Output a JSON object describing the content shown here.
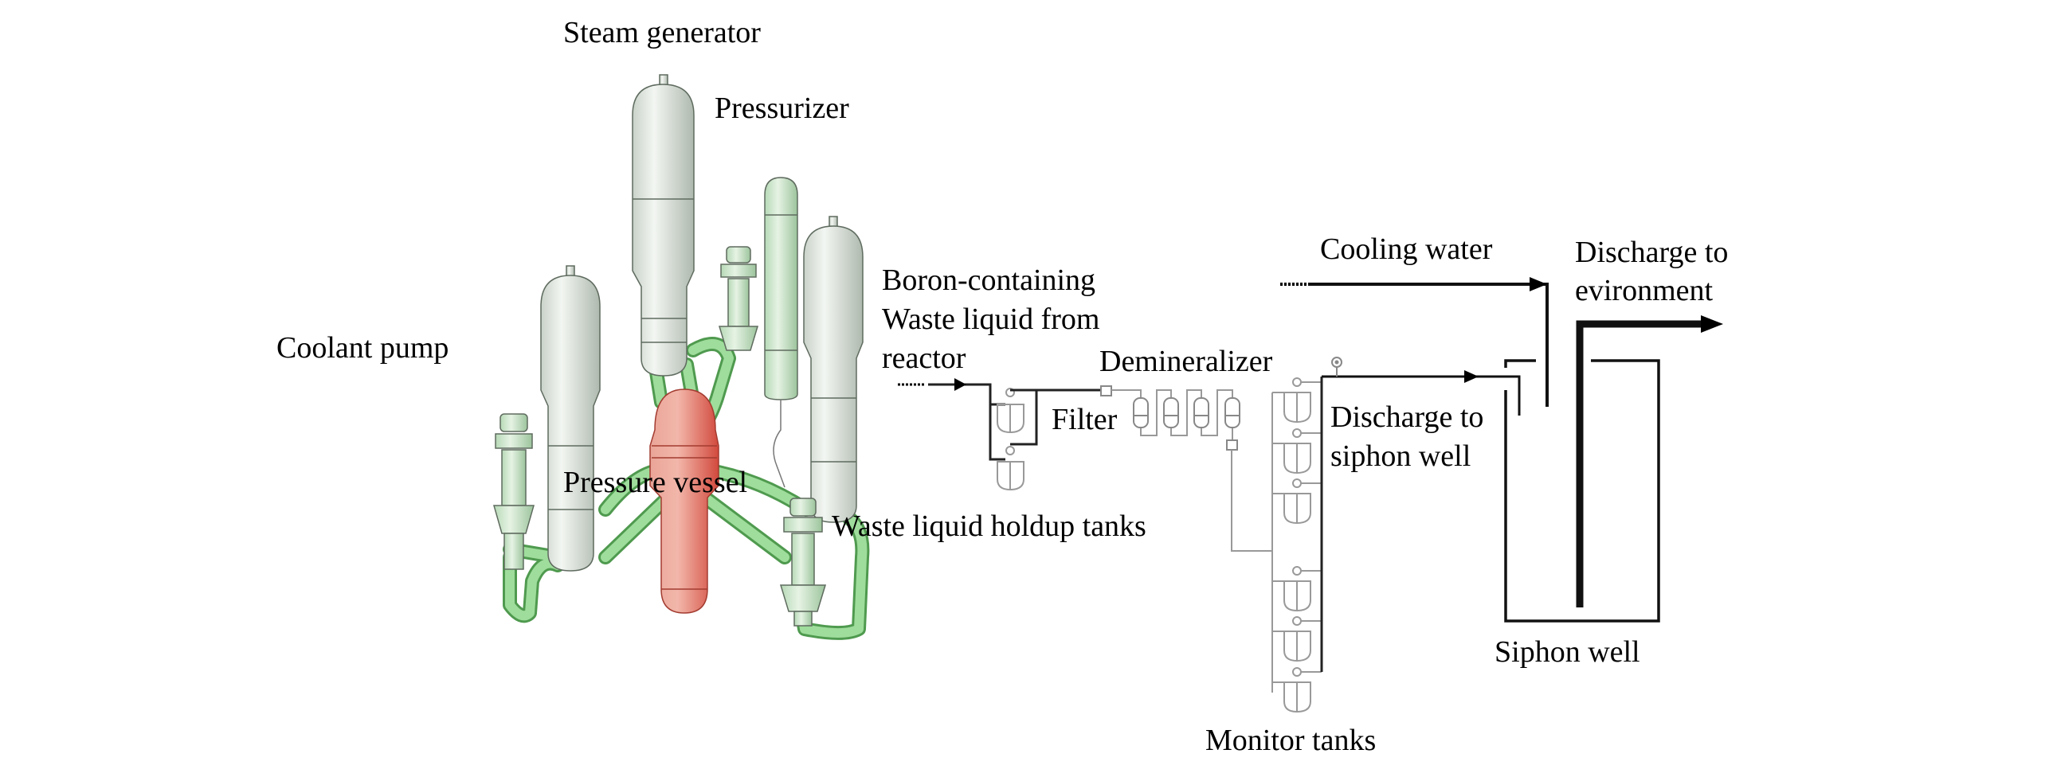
{
  "reactor": {
    "steam_generator": "Steam generator",
    "pressurizer": "Pressurizer",
    "coolant_pump": "Coolant pump",
    "pressure_vessel": "Pressure vessel"
  },
  "treatment": {
    "inlet_line1": "Boron-containing",
    "inlet_line2": "Waste liquid from",
    "inlet_line3": "reactor",
    "demineralizer": "Demineralizer",
    "filter": "Filter",
    "holdup_tanks": "Waste liquid holdup tanks",
    "monitor_tanks": "Monitor tanks",
    "discharge_siphon_line1": "Discharge to",
    "discharge_siphon_line2": "siphon well"
  },
  "outfall": {
    "cooling_water": "Cooling water",
    "discharge_env_line1": "Discharge to",
    "discharge_env_line2": "evironment",
    "siphon_well": "Siphon well"
  },
  "colors": {
    "vessel": "#e0766a",
    "pipe": "#8fd68f",
    "equipment": "#dfe6df",
    "line": "#000000",
    "gray_line": "#8a8a8a"
  }
}
